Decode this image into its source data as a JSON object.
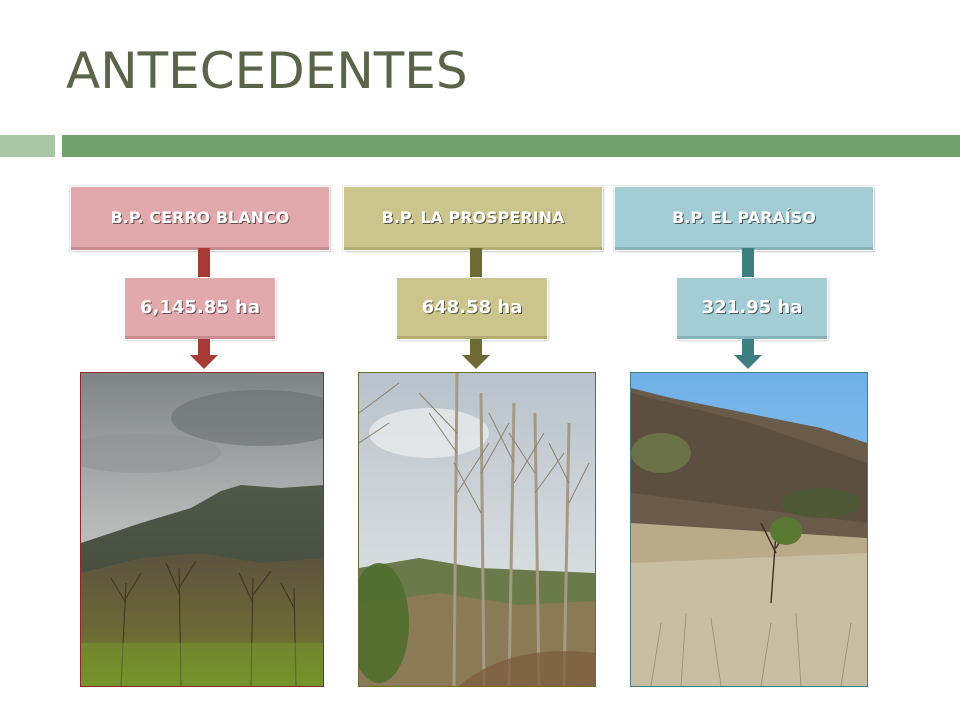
{
  "slide": {
    "title": "ANTECEDENTES"
  },
  "columns": [
    {
      "header": "B.P. CERRO BLANCO",
      "area": "6,145.85 ha",
      "photo": "hazy-hills-dry-forest-photo"
    },
    {
      "header": "B.P. LA PROSPERINA",
      "area": "648.58 ha",
      "photo": "leafless-trees-forest-photo"
    },
    {
      "header": "B.P. EL PARAÍSO",
      "area": "321.95 ha",
      "photo": "dry-hillside-grassland-photo"
    }
  ],
  "colors": {
    "title": "#5a6448",
    "band_light": "#a9c7a5",
    "band_dark": "#73a16d",
    "cerro_blanco_box": "#e2a9ad",
    "cerro_blanco_stem": "#a83a36",
    "la_prosperina_box": "#cbc48c",
    "la_prosperina_stem": "#6e6a34",
    "el_paraiso_box": "#a3ccd4",
    "el_paraiso_stem": "#3d7e82"
  }
}
